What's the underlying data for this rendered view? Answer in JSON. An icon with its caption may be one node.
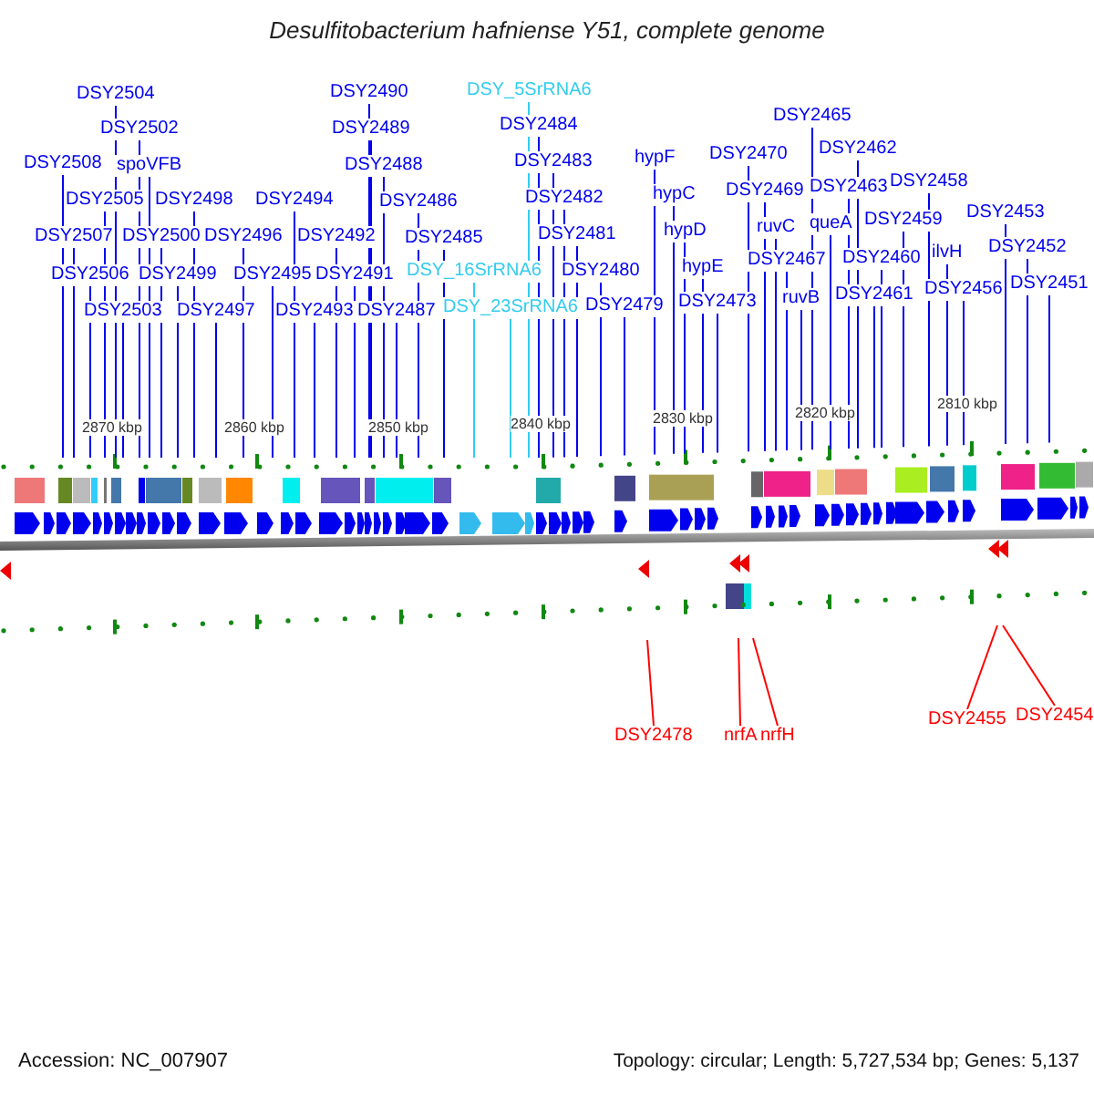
{
  "diagram": {
    "title": "Desulfitobacterium hafniense Y51, complete genome",
    "nodes": [
      {
        "text": [
          "DSY2504"
        ]
      },
      {
        "text": [
          "DSY2490"
        ]
      },
      {
        "text": [
          "DSY_5SrRNA6"
        ]
      },
      {
        "text": [
          "DSY2465"
        ]
      },
      {
        "text": [
          "DSY2502"
        ]
      },
      {
        "text": [
          "DSY2489"
        ]
      },
      {
        "text": [
          "DSY2484"
        ]
      },
      {
        "text": [
          "DSY2508"
        ]
      },
      {
        "text": [
          "spoVFB"
        ]
      },
      {
        "text": [
          "DSY2488"
        ]
      },
      {
        "text": [
          "DSY2483"
        ]
      },
      {
        "text": [
          "hypF"
        ]
      },
      {
        "text": [
          "DSY2470"
        ]
      },
      {
        "text": [
          "DSY2462"
        ]
      },
      {
        "text": [
          "DSY2505"
        ]
      },
      {
        "text": [
          "DSY2498"
        ]
      },
      {
        "text": [
          "DSY2494"
        ]
      },
      {
        "text": [
          "DSY2486"
        ]
      },
      {
        "text": [
          "DSY2482"
        ]
      },
      {
        "text": [
          "hypC"
        ]
      },
      {
        "text": [
          "DSY2469"
        ]
      },
      {
        "text": [
          "DSY2463"
        ]
      },
      {
        "text": [
          "DSY2458"
        ]
      },
      {
        "text": [
          "DSY2507"
        ]
      },
      {
        "text": [
          "DSY2500"
        ]
      },
      {
        "text": [
          "DSY2496"
        ]
      },
      {
        "text": [
          "DSY2492"
        ]
      },
      {
        "text": [
          "DSY2485"
        ]
      },
      {
        "text": [
          "DSY2481"
        ]
      },
      {
        "text": [
          "hypD"
        ]
      },
      {
        "text": [
          "ruvC"
        ]
      },
      {
        "text": [
          "queA"
        ]
      },
      {
        "text": [
          "DSY2459"
        ]
      },
      {
        "text": [
          "DSY2453"
        ]
      },
      {
        "text": [
          "DSY2506"
        ]
      },
      {
        "text": [
          "DSY2499"
        ]
      },
      {
        "text": [
          "DSY2495"
        ]
      },
      {
        "text": [
          "DSY2491"
        ]
      },
      {
        "text": [
          "DSY_16SrRNA6"
        ]
      },
      {
        "text": [
          "DSY2480"
        ]
      },
      {
        "text": [
          "hypE"
        ]
      },
      {
        "text": [
          "DSY2467"
        ]
      },
      {
        "text": [
          "DSY2460"
        ]
      },
      {
        "text": [
          "ilvH"
        ]
      },
      {
        "text": [
          "DSY2452"
        ]
      },
      {
        "text": [
          "DSY2503"
        ]
      },
      {
        "text": [
          "DSY2497"
        ]
      },
      {
        "text": [
          "DSY2493"
        ]
      },
      {
        "text": [
          "DSY2487"
        ]
      },
      {
        "text": [
          "DSY_23SrRNA6"
        ]
      },
      {
        "text": [
          "DSY2479"
        ]
      },
      {
        "text": [
          "DSY2473"
        ]
      },
      {
        "text": [
          "ruvB"
        ]
      },
      {
        "text": [
          "DSY2461"
        ]
      },
      {
        "text": [
          "DSY2456"
        ]
      },
      {
        "text": [
          "DSY2451"
        ]
      },
      {
        "text": [
          "DSY2478"
        ]
      },
      {
        "text": [
          "nrfA"
        ]
      },
      {
        "text": [
          "nrfH"
        ]
      },
      {
        "text": [
          "DSY2455"
        ]
      },
      {
        "text": [
          "DSY2454"
        ]
      }
    ],
    "edges": [
      {
        "from": 0,
        "to": null,
        "arrow": "none"
      },
      {
        "from": 1,
        "to": null,
        "arrow": "none"
      },
      {
        "from": 2,
        "to": null,
        "arrow": "none",
        "color": "#33ccee"
      },
      {
        "from": 3,
        "to": null,
        "arrow": "none"
      },
      {
        "from": 4,
        "to": null,
        "arrow": "none"
      },
      {
        "from": 5,
        "to": null,
        "arrow": "none"
      },
      {
        "from": 6,
        "to": null,
        "arrow": "none"
      },
      {
        "from": 7,
        "to": null,
        "arrow": "none"
      },
      {
        "from": 8,
        "to": null,
        "arrow": "none"
      },
      {
        "from": 9,
        "to": null,
        "arrow": "none"
      },
      {
        "from": 10,
        "to": null,
        "arrow": "none"
      },
      {
        "from": 11,
        "to": null,
        "arrow": "none"
      },
      {
        "from": 12,
        "to": null,
        "arrow": "none"
      },
      {
        "from": 13,
        "to": null,
        "arrow": "none"
      },
      {
        "from": 14,
        "to": null,
        "arrow": "none"
      },
      {
        "from": 15,
        "to": null,
        "arrow": "none"
      },
      {
        "from": 16,
        "to": null,
        "arrow": "none"
      },
      {
        "from": 17,
        "to": null,
        "arrow": "none"
      },
      {
        "from": 18,
        "to": null,
        "arrow": "none"
      },
      {
        "from": 19,
        "to": null,
        "arrow": "none"
      },
      {
        "from": 20,
        "to": null,
        "arrow": "none"
      },
      {
        "from": 21,
        "to": null,
        "arrow": "none"
      },
      {
        "from": 22,
        "to": null,
        "arrow": "none"
      },
      {
        "from": 23,
        "to": null,
        "arrow": "none"
      },
      {
        "from": 24,
        "to": null,
        "arrow": "none"
      },
      {
        "from": 25,
        "to": null,
        "arrow": "none"
      },
      {
        "from": 26,
        "to": null,
        "arrow": "none"
      },
      {
        "from": 27,
        "to": null,
        "arrow": "none"
      },
      {
        "from": 28,
        "to": null,
        "arrow": "none"
      },
      {
        "from": 29,
        "to": null,
        "arrow": "none"
      },
      {
        "from": 30,
        "to": null,
        "arrow": "none"
      },
      {
        "from": 31,
        "to": null,
        "arrow": "none"
      },
      {
        "from": 32,
        "to": null,
        "arrow": "none"
      },
      {
        "from": 33,
        "to": null,
        "arrow": "none"
      },
      {
        "from": 34,
        "to": null,
        "arrow": "none"
      },
      {
        "from": 35,
        "to": null,
        "arrow": "none"
      },
      {
        "from": 36,
        "to": null,
        "arrow": "none"
      },
      {
        "from": 37,
        "to": null,
        "arrow": "none"
      },
      {
        "from": 38,
        "to": null,
        "arrow": "none",
        "color": "#33ccee"
      },
      {
        "from": 39,
        "to": null,
        "arrow": "none"
      },
      {
        "from": 40,
        "to": null,
        "arrow": "none"
      },
      {
        "from": 41,
        "to": null,
        "arrow": "none"
      },
      {
        "from": 42,
        "to": null,
        "arrow": "none"
      },
      {
        "from": 43,
        "to": null,
        "arrow": "none"
      },
      {
        "from": 44,
        "to": null,
        "arrow": "none"
      },
      {
        "from": 45,
        "to": null,
        "arrow": "none"
      },
      {
        "from": 46,
        "to": null,
        "arrow": "none"
      },
      {
        "from": 47,
        "to": null,
        "arrow": "none"
      },
      {
        "from": 48,
        "to": null,
        "arrow": "none"
      },
      {
        "from": 49,
        "to": null,
        "arrow": "none",
        "color": "#33ccee"
      },
      {
        "from": 50,
        "to": null,
        "arrow": "none"
      },
      {
        "from": 51,
        "to": null,
        "arrow": "none"
      },
      {
        "from": 52,
        "to": null,
        "arrow": "none"
      },
      {
        "from": 53,
        "to": null,
        "arrow": "none"
      },
      {
        "from": 54,
        "to": null,
        "arrow": "none"
      },
      {
        "from": 55,
        "to": null,
        "arrow": "none"
      },
      {
        "from": 56,
        "to": null,
        "arrow": "none",
        "color": "#ff0000"
      },
      {
        "from": 57,
        "to": null,
        "arrow": "none",
        "color": "#ff0000"
      },
      {
        "from": 58,
        "to": null,
        "arrow": "none",
        "color": "#ff0000"
      },
      {
        "from": 59,
        "to": null,
        "arrow": "none",
        "color": "#ff0000"
      },
      {
        "from": 60,
        "to": null,
        "arrow": "none",
        "color": "#ff0000"
      }
    ],
    "labels": [
      "2870 kbp",
      "2860 kbp",
      "2850 kbp",
      "2840 kbp",
      "2830 kbp",
      "2820 kbp",
      "2810 kbp",
      "Accession: NC_007907",
      "Topology: circular; Length: 5,727,534 bp; Genes: 5,137"
    ]
  }
}
